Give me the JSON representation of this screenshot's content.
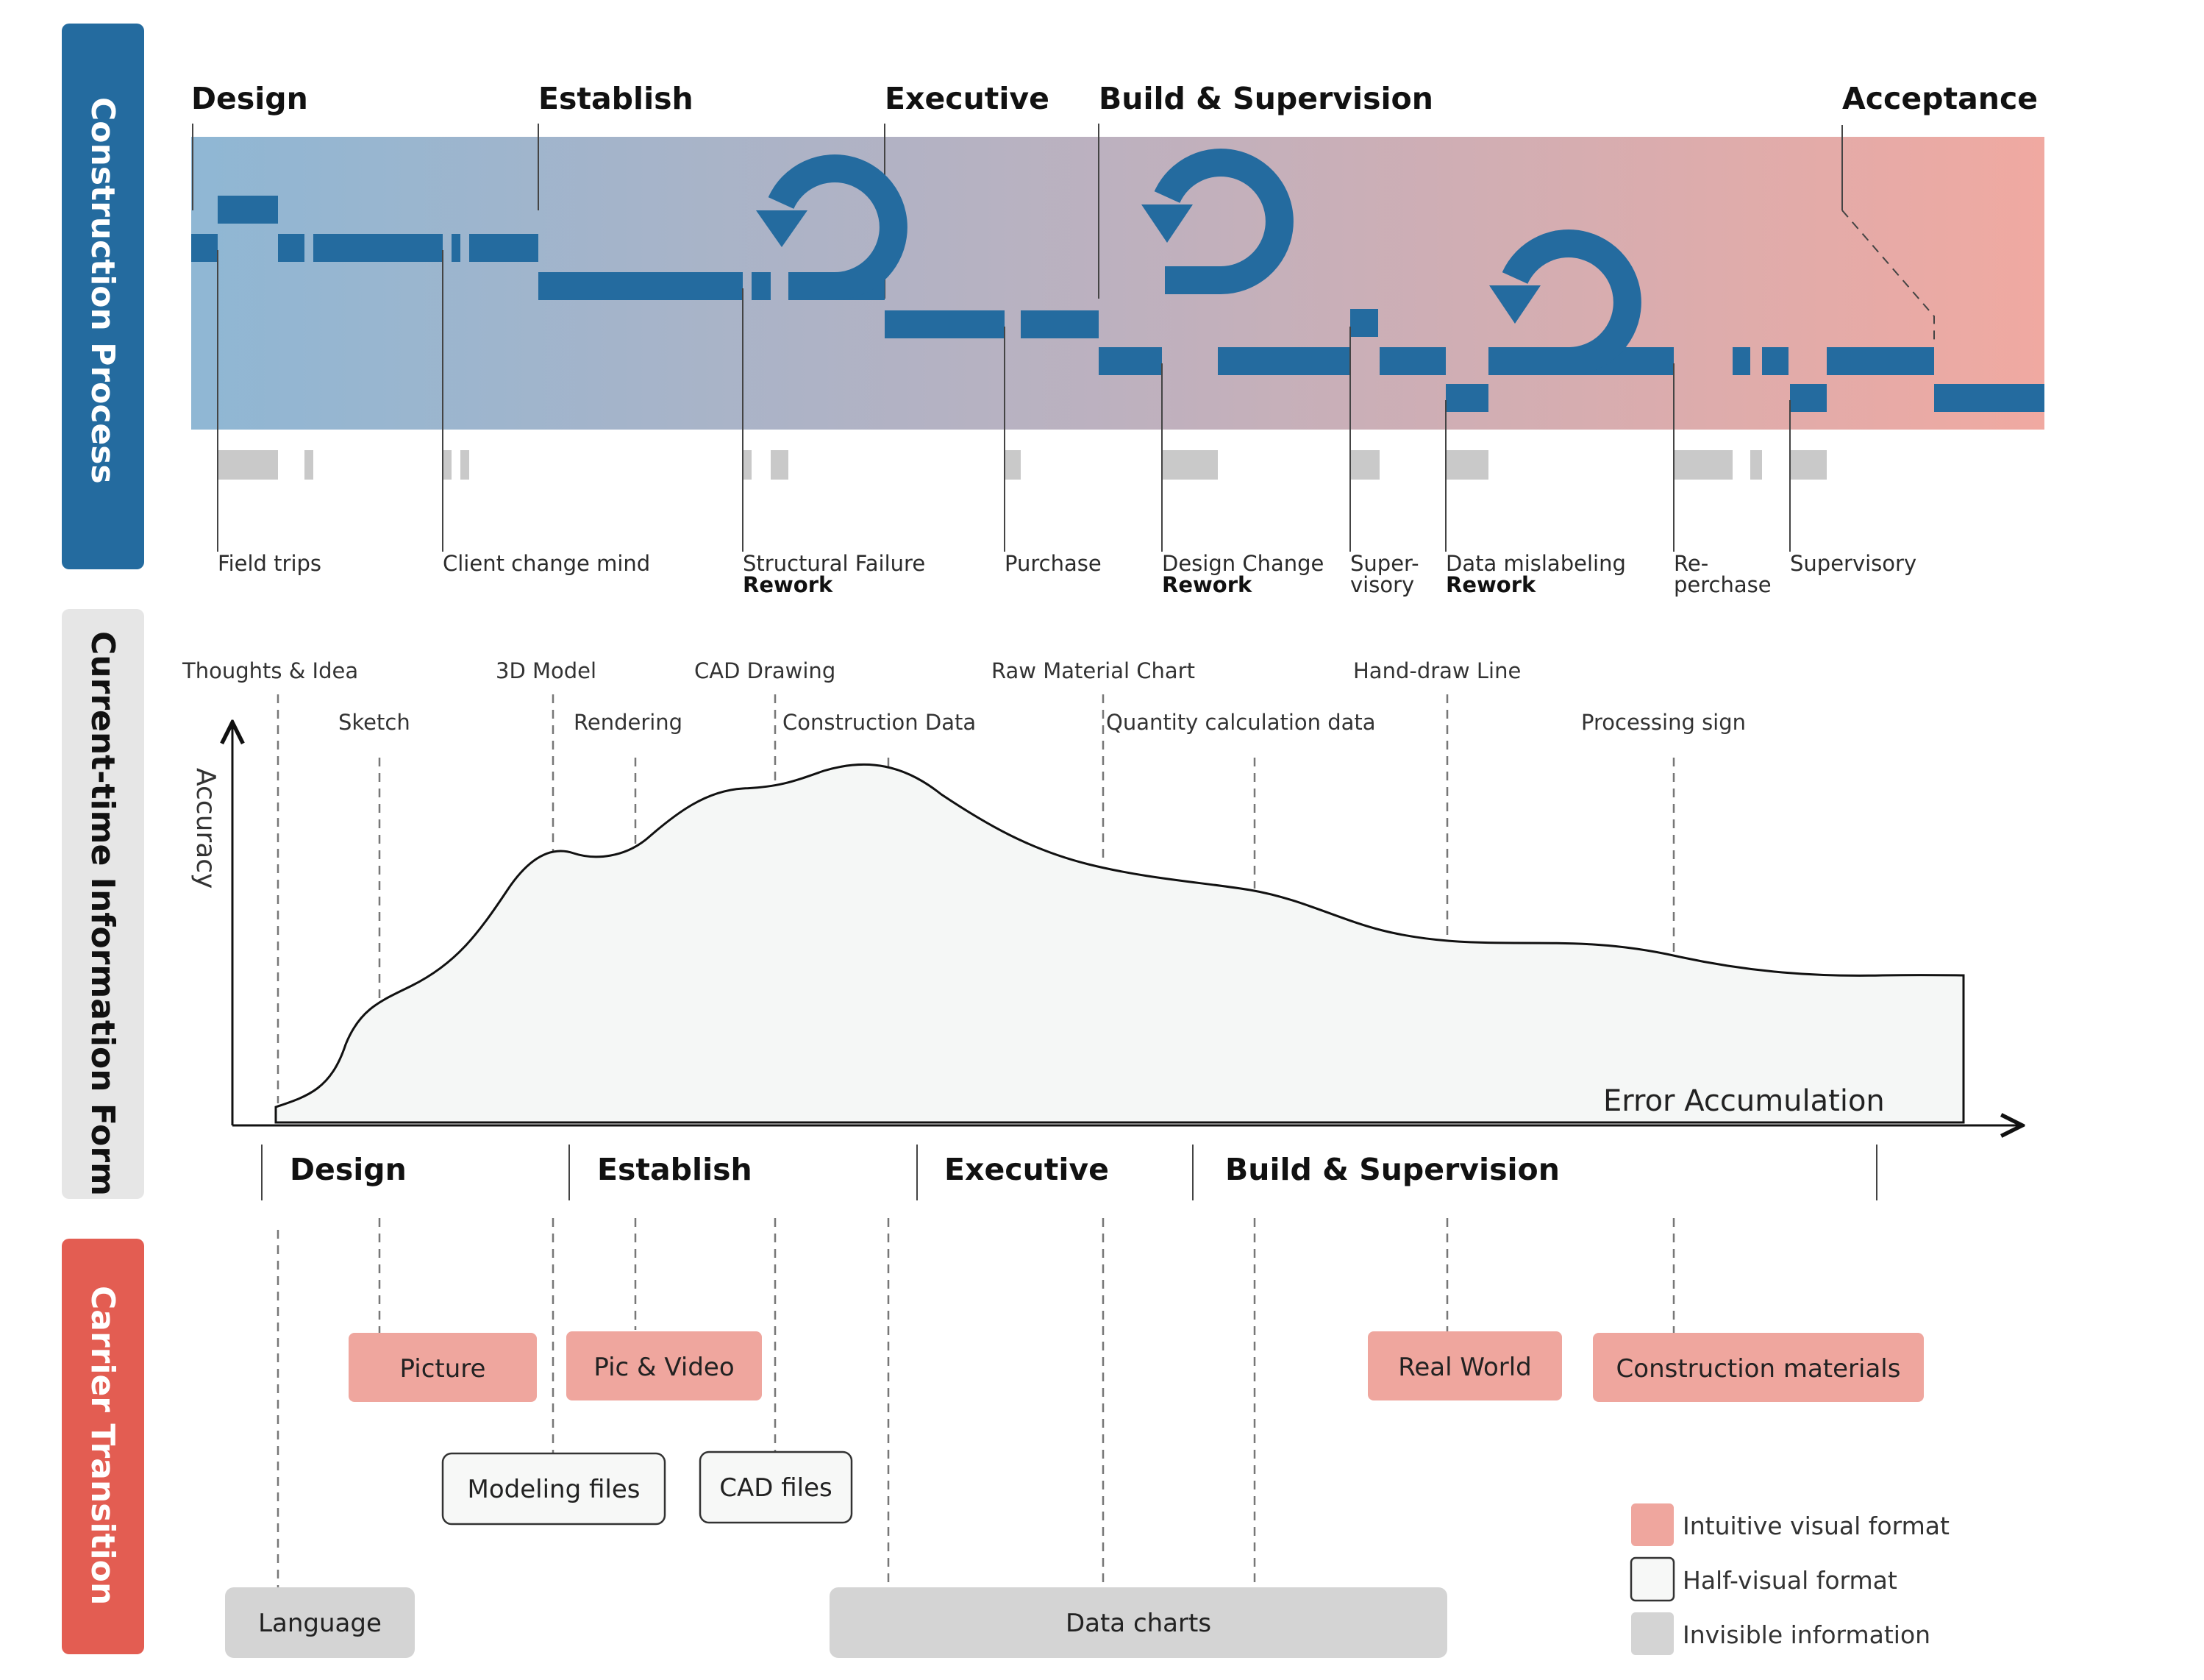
{
  "side_labels": {
    "construction_process": "Construction Process",
    "information_form": "Current-time Information Form",
    "carrier_transition": "Carrier Transition"
  },
  "colors": {
    "construction_label_bg": "#246b9f",
    "information_label_bg": "#e6e6e6",
    "carrier_label_bg": "#e35d52",
    "band_start": "#8fb7d4",
    "band_end": "#f0a9a1",
    "process_segment": "#246b9f",
    "invisible_segment": "#c9c9c9",
    "intuitive_box": "#efa69e",
    "half_visual_box": "#f7f8f7",
    "invisible_box": "#d4d4d4"
  },
  "process": {
    "phases": [
      "Design",
      "Establish",
      "Executive",
      "Build & Supervision",
      "Acceptance"
    ],
    "events": [
      {
        "text": "Field trips",
        "bold": ""
      },
      {
        "text": "Client change mind",
        "bold": ""
      },
      {
        "text": "Structural Failure",
        "bold": "Rework"
      },
      {
        "text": "Purchase",
        "bold": ""
      },
      {
        "text": "Design Change",
        "bold": "Rework"
      },
      {
        "text": "Super-",
        "text2": "visory",
        "bold": ""
      },
      {
        "text": "Data mislabeling",
        "bold": "Rework"
      },
      {
        "text": "Re-",
        "text2": "perchase",
        "bold": ""
      },
      {
        "text": "Supervisory",
        "bold": ""
      }
    ]
  },
  "information": {
    "labels": [
      "Thoughts & Idea",
      "Sketch",
      "3D Model",
      "Rendering",
      "CAD Drawing",
      "Construction Data",
      "Raw Material Chart",
      "Quantity calculation data",
      "Hand-draw Line",
      "Processing sign"
    ],
    "y_axis_label": "Accuracy",
    "x_axis_label": "Error Accumulation",
    "phases": [
      "Design",
      "Establish",
      "Executive",
      "Build & Supervision"
    ]
  },
  "carrier": {
    "boxes": [
      {
        "text": "Picture",
        "kind": "intuitive"
      },
      {
        "text": "Pic & Video",
        "kind": "intuitive"
      },
      {
        "text": "Real World",
        "kind": "intuitive"
      },
      {
        "text": "Construction materials",
        "kind": "intuitive"
      },
      {
        "text": "Modeling files",
        "kind": "half"
      },
      {
        "text": "CAD files",
        "kind": "half"
      },
      {
        "text": "Language",
        "kind": "invisible"
      },
      {
        "text": "Data charts",
        "kind": "invisible"
      }
    ],
    "legend": [
      {
        "text": "Intuitive visual format",
        "kind": "intuitive"
      },
      {
        "text": "Half-visual format",
        "kind": "half"
      },
      {
        "text": "Invisible information",
        "kind": "invisible"
      }
    ]
  }
}
